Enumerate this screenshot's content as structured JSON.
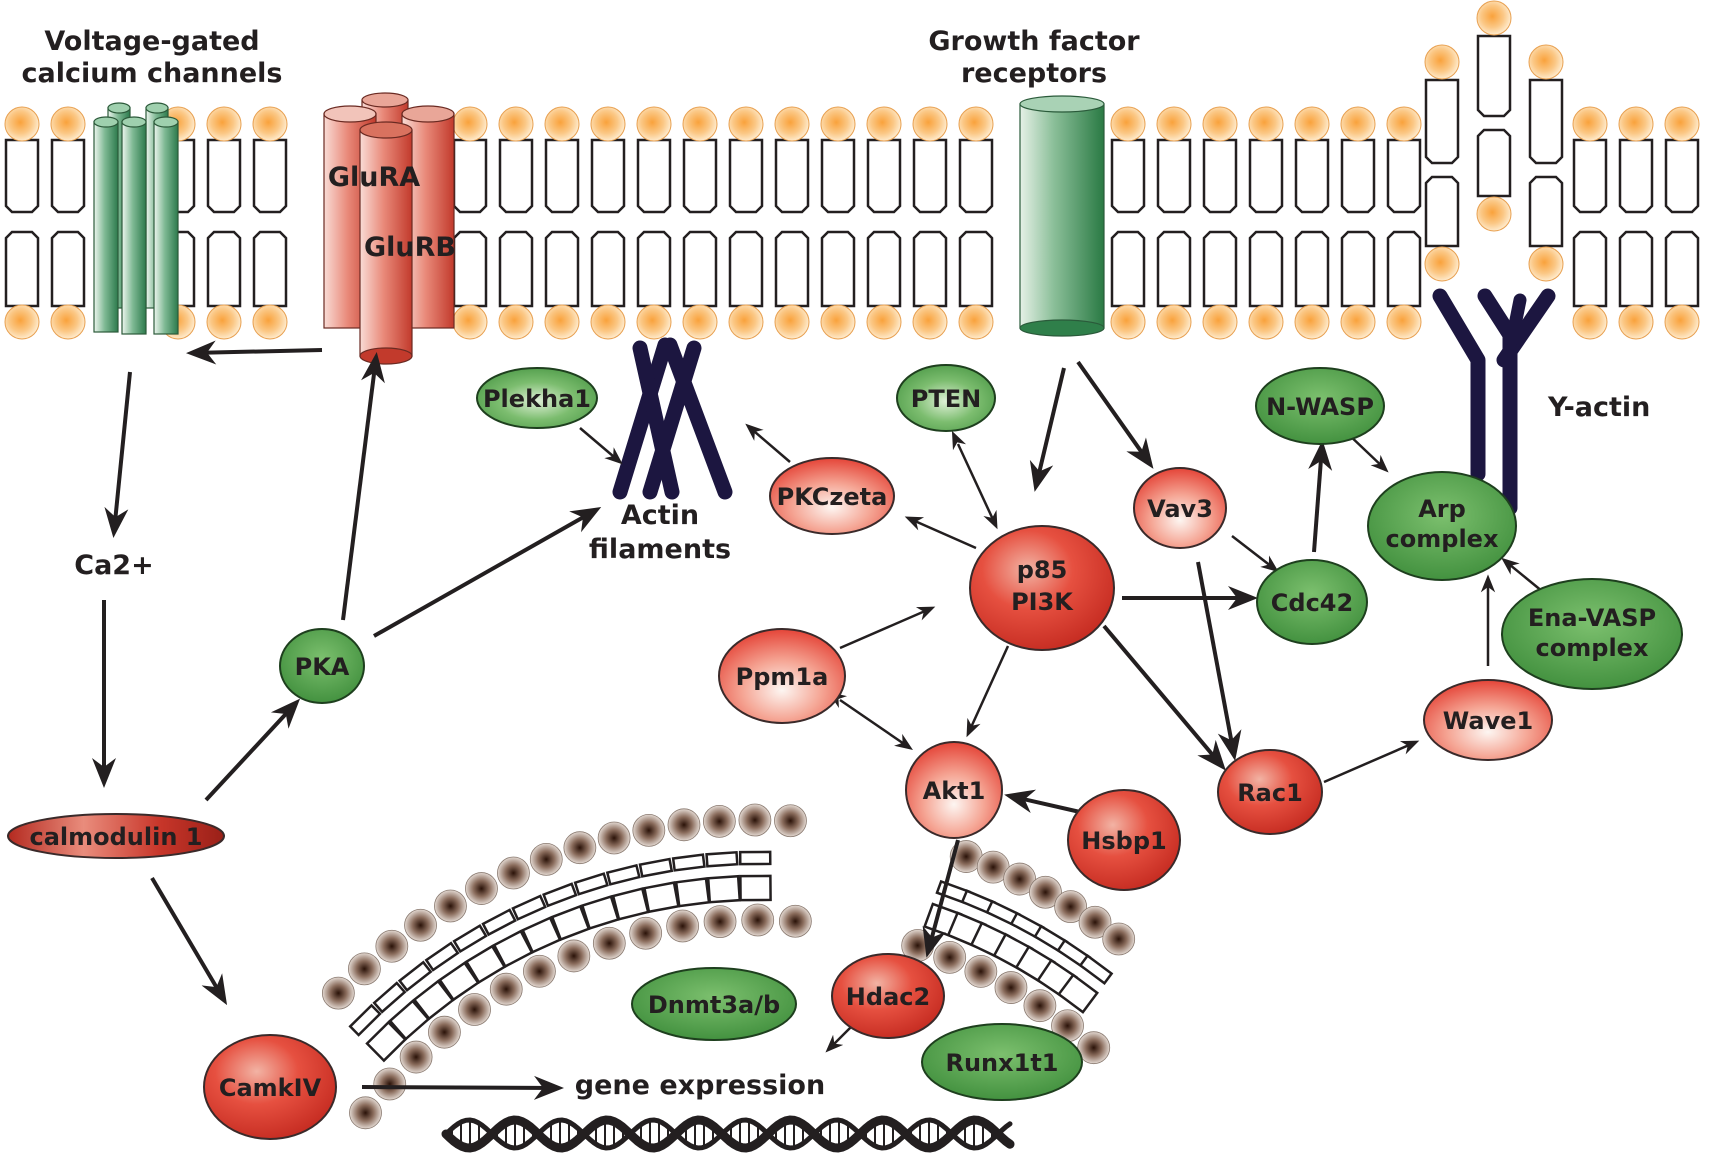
{
  "colors": {
    "red_node": "#e8352a",
    "green_node": "#4a9a44",
    "head_orange": "#f7a541",
    "head_brown": "#3a1e12",
    "actin_dark": "#1c1640",
    "channel_green": "#2f8f5a",
    "channel_red": "#c0352e"
  },
  "labels": {
    "vgcc": [
      "Voltage-gated",
      "calcium channels"
    ],
    "gfr": [
      "Growth factor",
      "receptors"
    ],
    "glura": "GluRA",
    "glurb": "GluRB",
    "ca2": "Ca2+",
    "actin_filaments": [
      "Actin",
      "filaments"
    ],
    "y_actin": "Y-actin",
    "gene_expression": "gene expression"
  },
  "nodes": {
    "plekha1": "Plekha1",
    "pten": "PTEN",
    "nwasp": "N-WASP",
    "pkczeta": "PKCzeta",
    "vav3": "Vav3",
    "arp": [
      "Arp",
      "complex"
    ],
    "p85": [
      "p85",
      "PI3K"
    ],
    "cdc42": "Cdc42",
    "ppm1a": "Ppm1a",
    "pka": "PKA",
    "enavasp": [
      "Ena-VASP",
      "complex"
    ],
    "wave1": "Wave1",
    "akt1": "Akt1",
    "rac1": "Rac1",
    "hsbp1": "Hsbp1",
    "calmodulin": "calmodulin 1",
    "hdac2": "Hdac2",
    "dnmt": "Dnmt3a/b",
    "runx": "Runx1t1",
    "camkiv": "CamkIV"
  }
}
